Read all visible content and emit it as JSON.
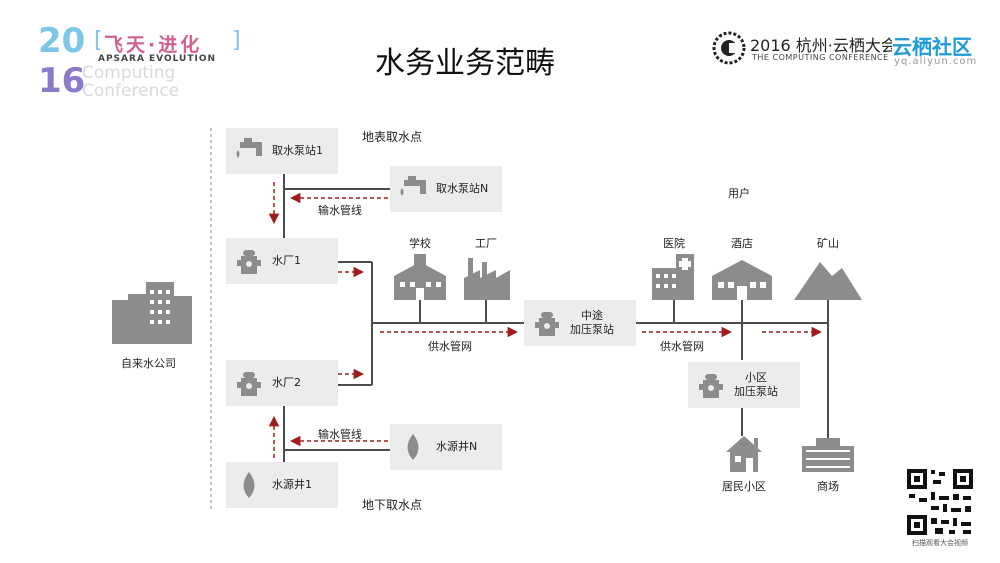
{
  "title": "水务业务范畴",
  "top_logo": {
    "year_top": "20",
    "year_bottom": "16",
    "slogan": "飞天·进化",
    "slogan_sub": "APSARA EVOLUTION",
    "bg_text_1": "Computing",
    "bg_text_2": "Conference"
  },
  "conference_logo": {
    "line1": "2016 杭州·云栖大会",
    "line2": "THE COMPUTING CONFERENCE",
    "community": "云栖社区",
    "url": "yq.aliyun.com"
  },
  "labels": {
    "surface_water": "地表取水点",
    "underground_water": "地下取水点",
    "users": "用户",
    "water_company": "自来水公司",
    "pipeline_top": "输水管线",
    "pipeline_bottom": "输水管线",
    "supply_net_1": "供水管网",
    "supply_net_2": "供水管网"
  },
  "nodes": {
    "pump1": "取水泵站1",
    "pumpN": "取水泵站N",
    "plant1": "水厂1",
    "plant2": "水厂2",
    "source1": "水源井1",
    "sourceN": "水源井N",
    "mid_pump_1": "中途",
    "mid_pump_2": "加压泵站",
    "res_pump_1": "小区",
    "res_pump_2": "加压泵站"
  },
  "users": {
    "school": "学校",
    "factory": "工厂",
    "hospital": "医院",
    "hotel": "酒店",
    "mine": "矿山",
    "residential": "居民小区",
    "mall": "商场"
  },
  "qr_caption": "扫描观看大会视频",
  "colors": {
    "arrow": "#a11d1d",
    "line": "#4d4d4d",
    "box": "#ececec",
    "icon": "#8c8c8c"
  }
}
